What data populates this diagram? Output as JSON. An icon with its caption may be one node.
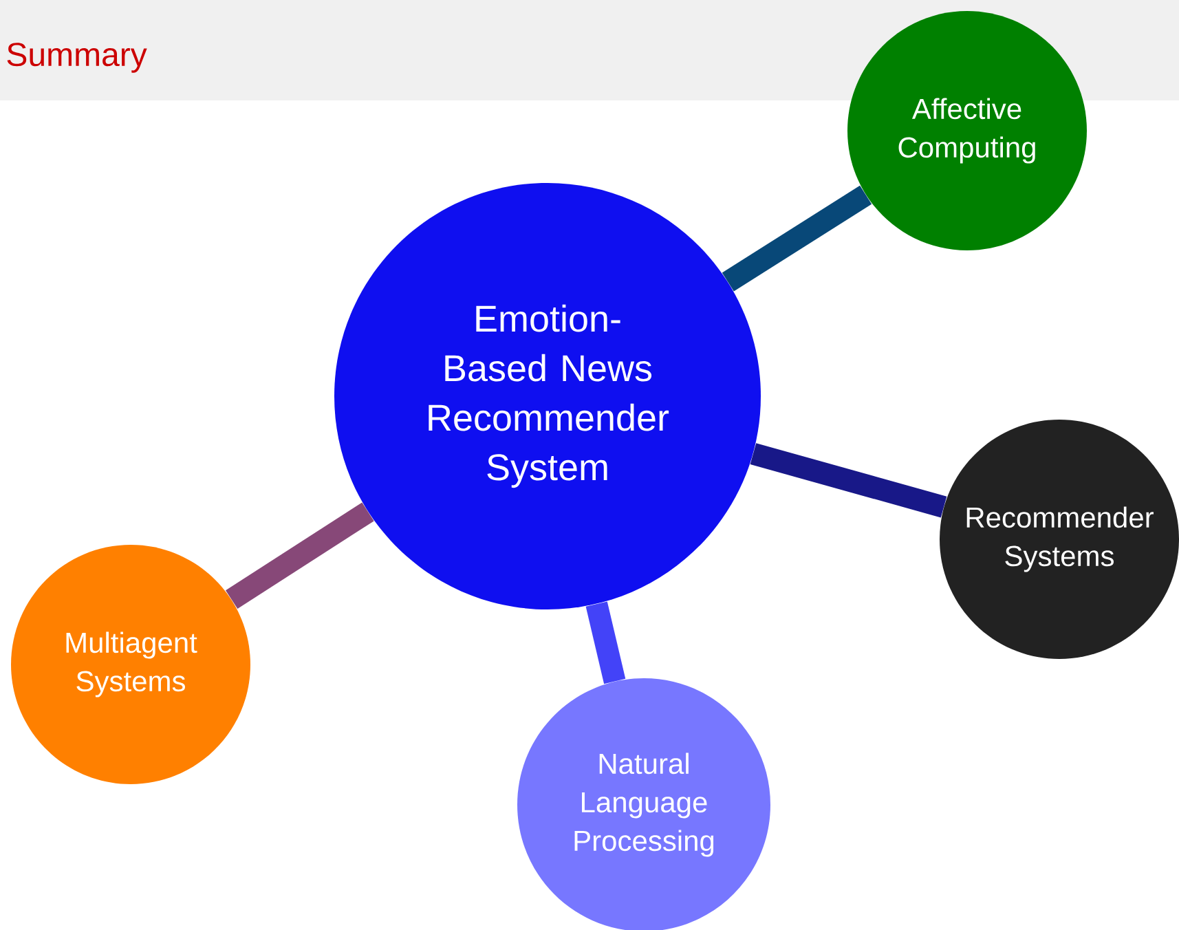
{
  "diagram": {
    "title": "Summary",
    "nodes": [
      {
        "text": [
          "Emotion-Based News Recommender System"
        ]
      },
      {
        "text": [
          "Affective Computing"
        ]
      },
      {
        "text": [
          "Recommender Systems"
        ]
      },
      {
        "text": [
          "Natural Language Processing"
        ]
      },
      {
        "text": [
          "Multiagent Systems"
        ]
      }
    ],
    "edges": [
      {
        "from": 0,
        "to": 1,
        "arrow": "none",
        "color": "#084878"
      },
      {
        "from": 0,
        "to": 2,
        "arrow": "none",
        "color": "#181888"
      },
      {
        "from": 0,
        "to": 3,
        "arrow": "none",
        "color": "#4343f8"
      },
      {
        "from": 0,
        "to": 4,
        "arrow": "none",
        "color": "#874878"
      }
    ]
  }
}
